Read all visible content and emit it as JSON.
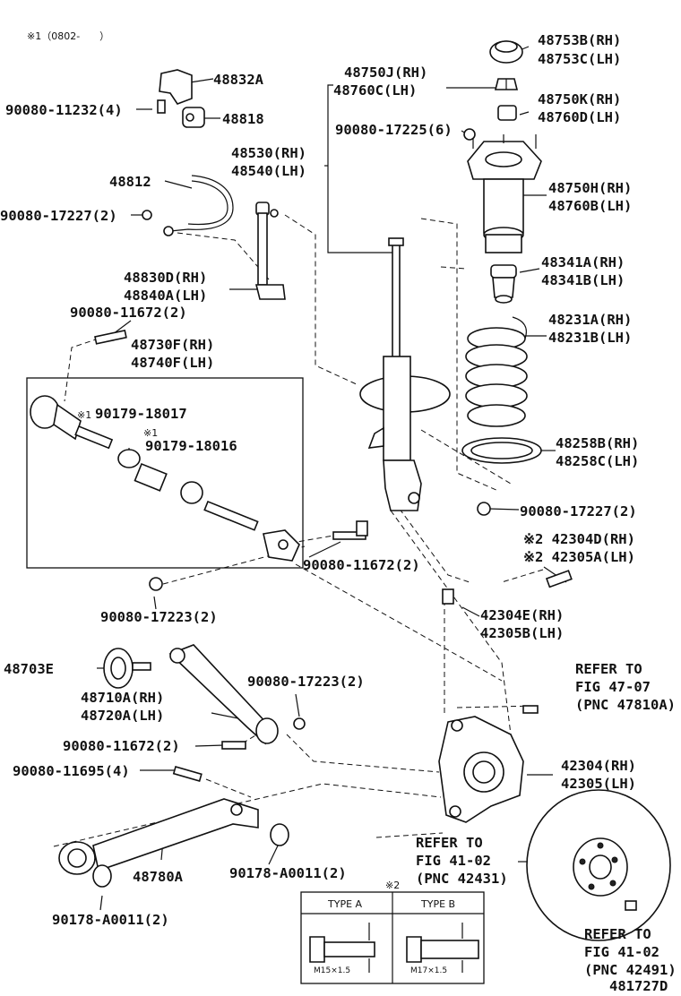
{
  "header_note": "※1（0802-　　）",
  "diagram_id": "481727D",
  "labels": {
    "l48753b": "48753B(RH)",
    "l48753c": "48753C(LH)",
    "l48832a": "48832A",
    "l48750j": "48750J(RH)",
    "l48760c": "48760C(LH)",
    "l48750k": "48750K(RH)",
    "l48760d": "48760D(LH)",
    "l90080_11232": "90080-11232(4)",
    "l48818": "48818",
    "l90080_17225": "90080-17225(6)",
    "l48530": "48530(RH)",
    "l48540": "48540(LH)",
    "l48812": "48812",
    "l48750h": "48750H(RH)",
    "l48760b": "48760B(LH)",
    "l90080_17227a": "90080-17227(2)",
    "l48830d": "48830D(RH)",
    "l48840a": "48840A(LH)",
    "l48341a": "48341A(RH)",
    "l48341b": "48341B(LH)",
    "l90080_11672a": "90080-11672(2)",
    "l48231a": "48231A(RH)",
    "l48231b": "48231B(LH)",
    "l48730f": "48730F(RH)",
    "l48740f": "48740F(LH)",
    "l90179_18017": "90179-18017",
    "l90179_18016": "90179-18016",
    "mark_1a": "※1",
    "mark_1b": "※1",
    "l48258b": "48258B(RH)",
    "l48258c": "48258C(LH)",
    "l90080_17227b": "90080-17227(2)",
    "l42304d": "※2 42304D(RH)",
    "l42305a": "※2 42305A(LH)",
    "l90080_11672b": "90080-11672(2)",
    "l90080_17223a": "90080-17223(2)",
    "l42304e": "42304E(RH)",
    "l42305b": "42305B(LH)",
    "l48703e": "48703E",
    "l48710a": "48710A(RH)",
    "l48720a": "48720A(LH)",
    "l90080_17223b": "90080-17223(2)",
    "ref1_a": "REFER TO",
    "ref1_b": "FIG 47-07",
    "ref1_c": "(PNC 47810A)",
    "l90080_11672c": "90080-11672(2)",
    "l90080_11695": "90080-11695(4)",
    "l42304": "42304(RH)",
    "l42305": "42305(LH)",
    "ref2_a": "REFER TO",
    "ref2_b": "FIG 41-02",
    "ref2_c": "(PNC 42431)",
    "l48780a": "48780A",
    "l90178_a0011a": "90178-A0011(2)",
    "l90178_a0011b": "90178-A0011(2)",
    "ref3_a": "REFER TO",
    "ref3_b": "FIG 41-02",
    "ref3_c": "(PNC 42491)"
  },
  "inset": {
    "mark": "※2",
    "type_a": "TYPE A",
    "type_b": "TYPE B",
    "size_a": "M15×1.5",
    "size_b": "M17×1.5"
  }
}
